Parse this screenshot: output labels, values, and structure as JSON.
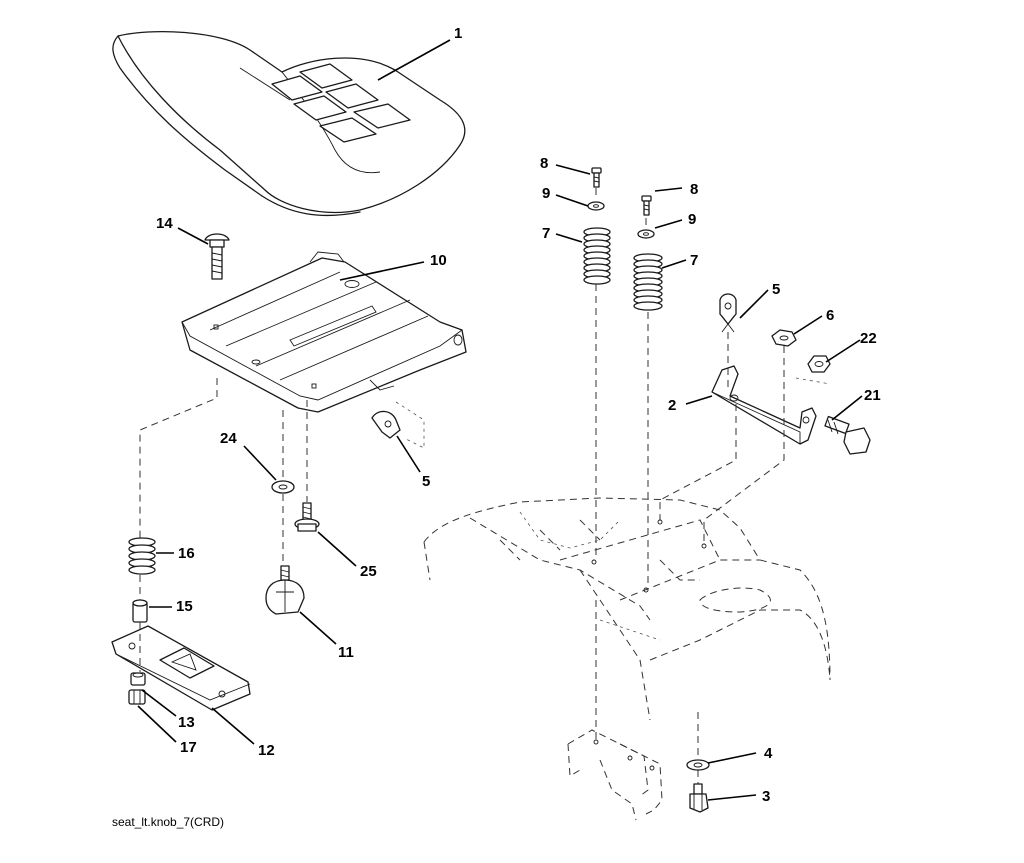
{
  "callouts": {
    "c1": "1",
    "c2": "2",
    "c3": "3",
    "c4": "4",
    "c5a": "5",
    "c5b": "5",
    "c6": "6",
    "c7a": "7",
    "c7b": "7",
    "c8a": "8",
    "c8b": "8",
    "c9a": "9",
    "c9b": "9",
    "c10": "10",
    "c11": "11",
    "c12": "12",
    "c13": "13",
    "c14": "14",
    "c15": "15",
    "c16": "16",
    "c17": "17",
    "c21": "21",
    "c22": "22",
    "c24": "24",
    "c25": "25"
  },
  "caption": "seat_lt.knob_7(CRD)"
}
